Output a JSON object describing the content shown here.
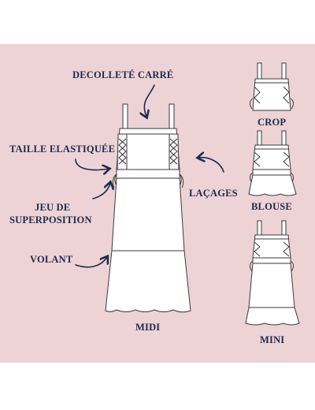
{
  "colors": {
    "background": "#edd3d6",
    "text": "#1f2a4a",
    "garment_fill": "#ffffff",
    "garment_stroke": "#3a3a3a"
  },
  "labels": {
    "decollete": "DECOLLETÉ CARRÉ",
    "taille": "TAILLE ELASTIQUÉE",
    "jeu_line1": "JEU DE",
    "jeu_line2": "SUPERPOSITION",
    "volant": "VOLANT",
    "lacages": "LAÇAGES",
    "midi": "MIDI",
    "crop": "CROP",
    "blouse": "BLOUSE",
    "mini": "MINI"
  }
}
